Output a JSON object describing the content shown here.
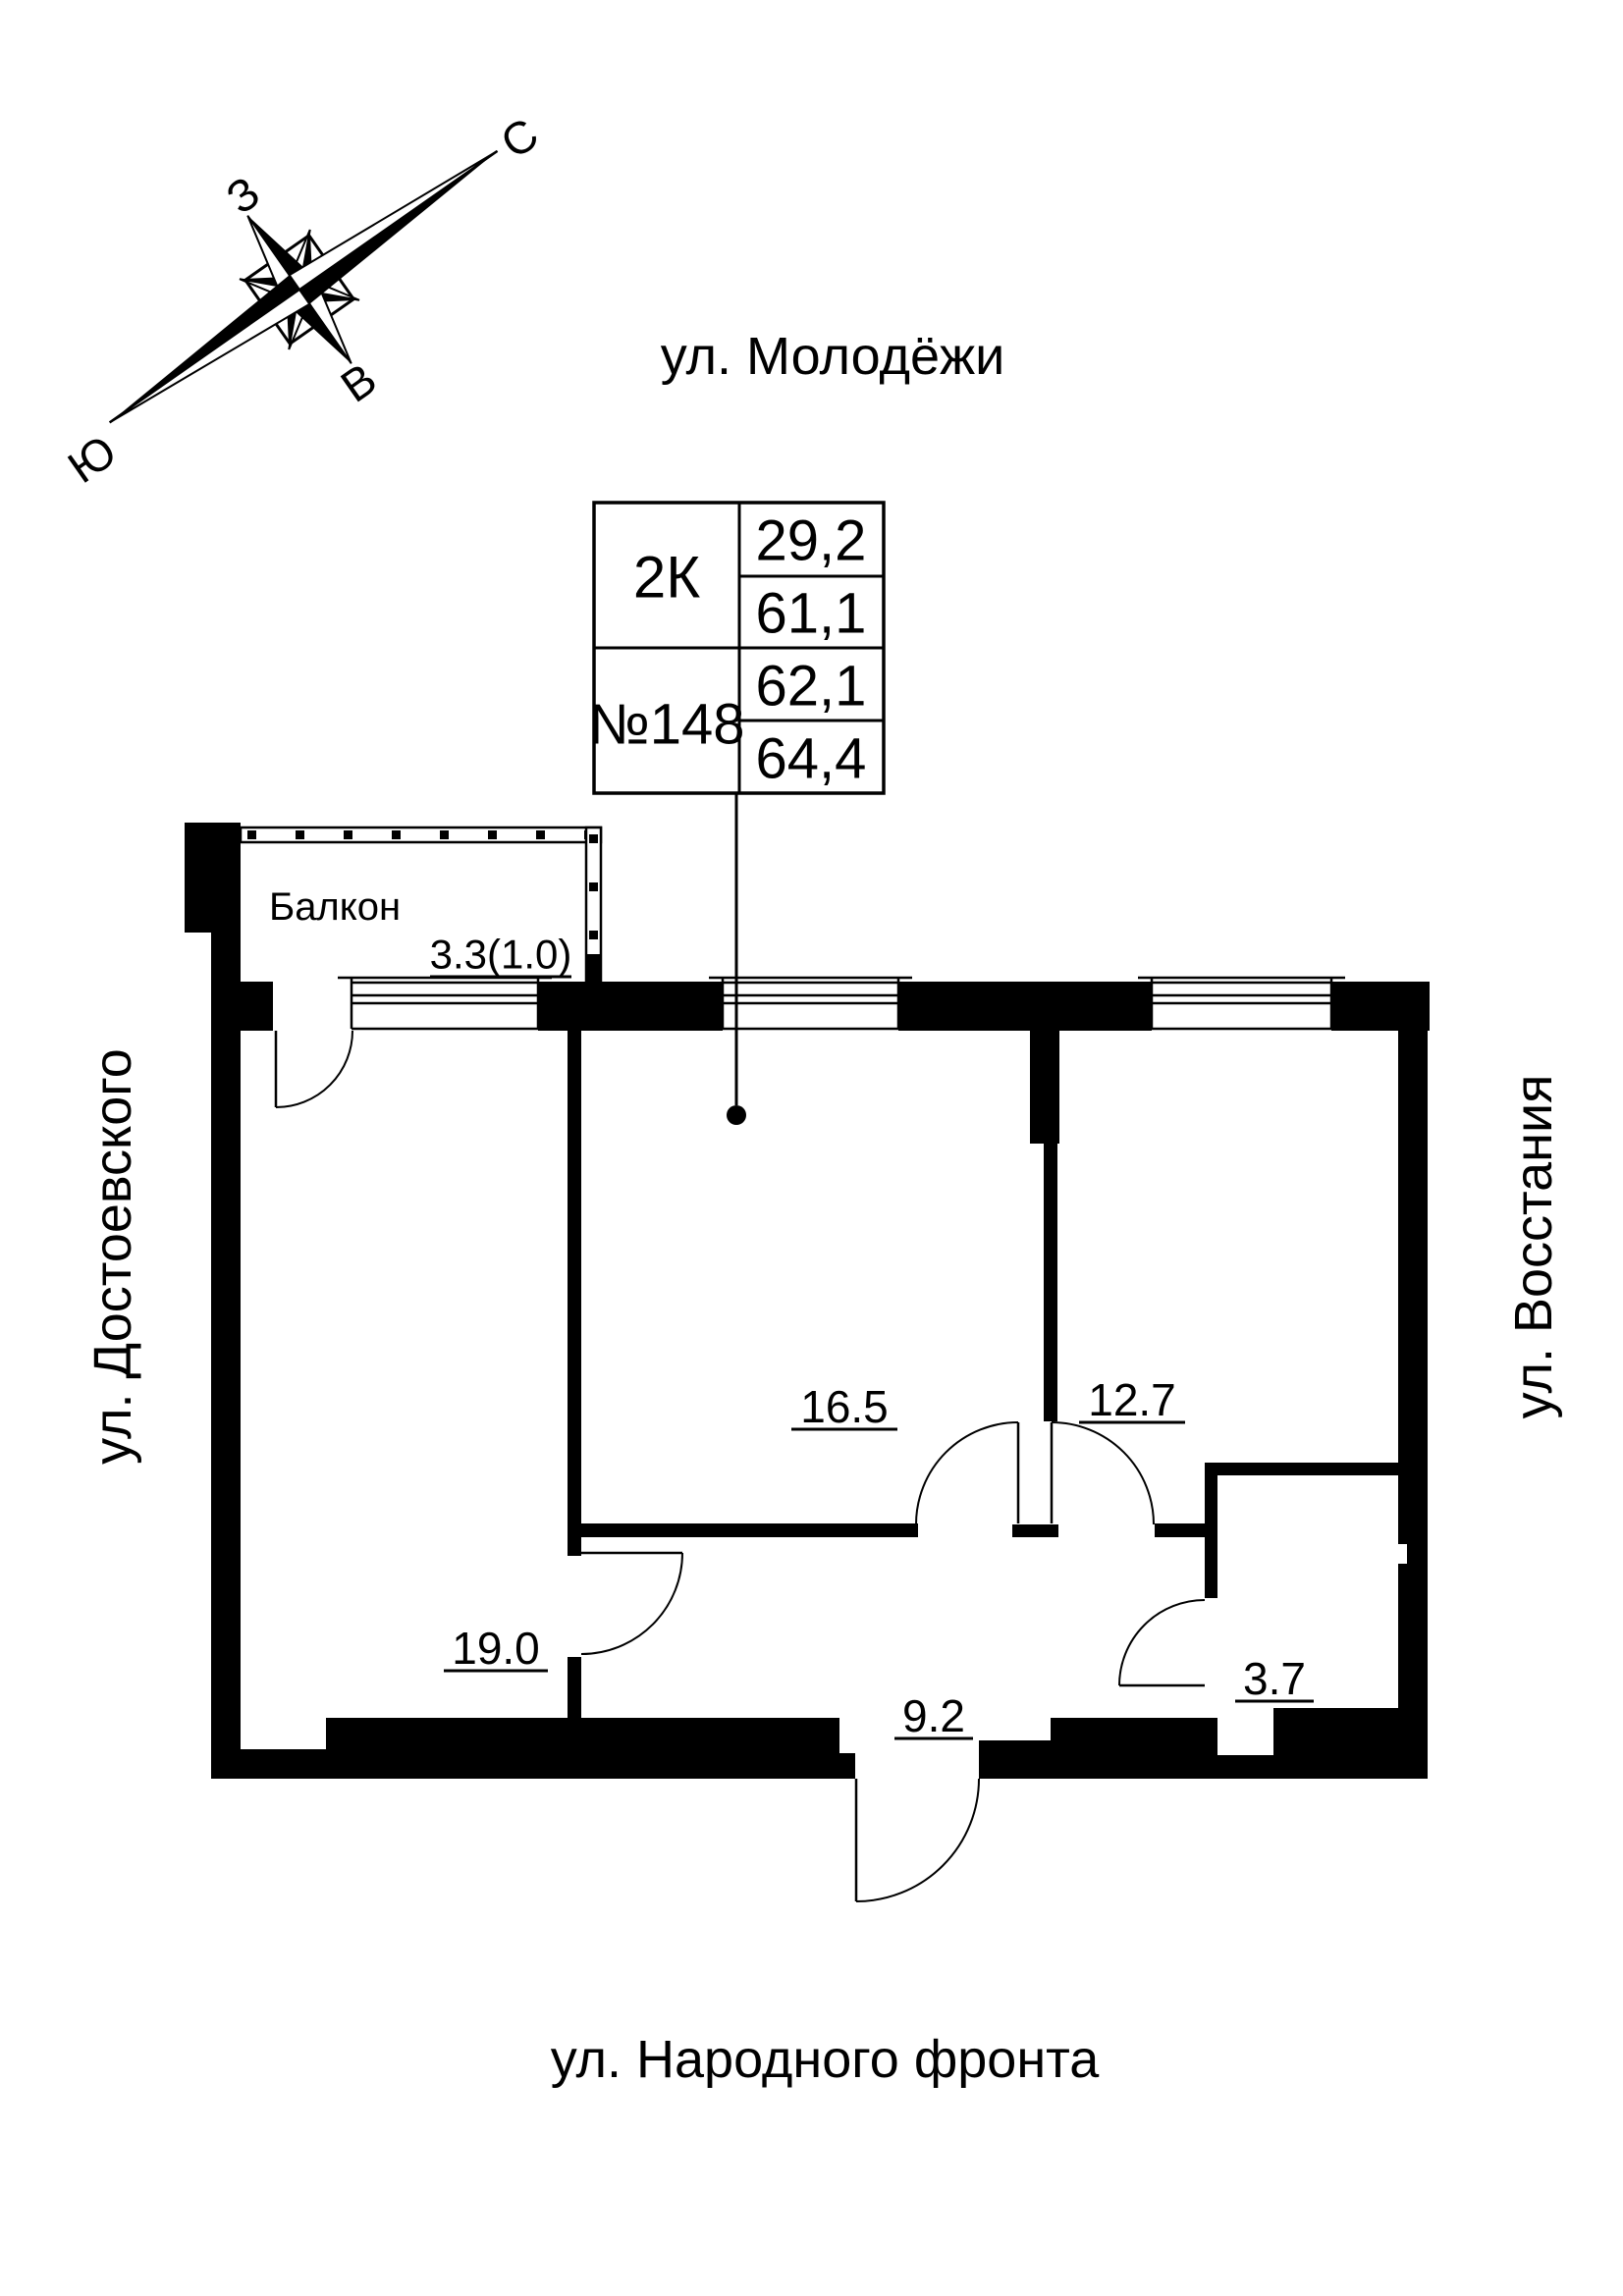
{
  "page": {
    "background": "#ffffff",
    "ink": "#000000"
  },
  "compass": {
    "north": "С",
    "west": "З",
    "east": "В",
    "south": "Ю"
  },
  "streets": {
    "top": "ул. Молодёжи",
    "left": "ул. Достоевского",
    "right": "ул. Восстания",
    "bottom": "ул. Народного фронта"
  },
  "info_table": {
    "type": "2К",
    "number": "№148",
    "values": [
      "29,2",
      "61,1",
      "62,1",
      "64,4"
    ]
  },
  "rooms": [
    {
      "name": "Балкон",
      "area": "3.3(1.0)"
    },
    {
      "area": "19.0"
    },
    {
      "area": "16.5"
    },
    {
      "area": "12.7"
    },
    {
      "area": "9.2"
    },
    {
      "area": "3.7"
    }
  ]
}
